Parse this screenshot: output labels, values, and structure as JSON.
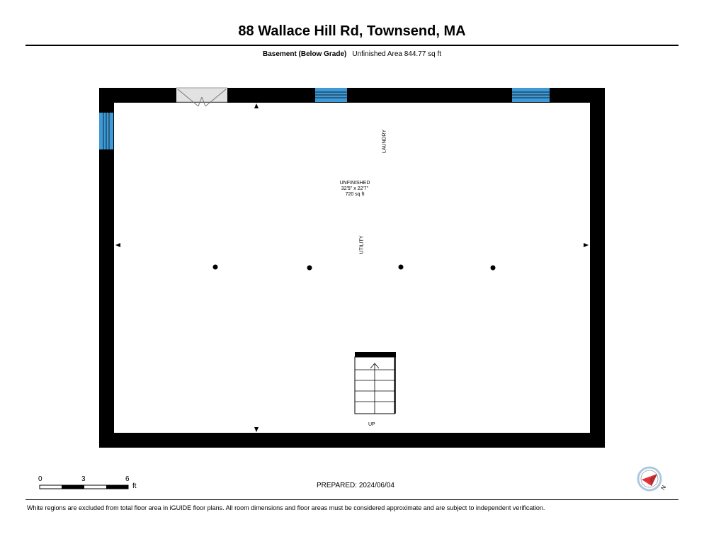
{
  "header": {
    "title": "88 Wallace Hill Rd, Townsend, MA",
    "floor_name": "Basement (Below Grade)",
    "area_text": "Unfinished Area 844.77 sq ft"
  },
  "rooms": {
    "main": {
      "name": "UNFINISHED",
      "dimensions": "32'5\" x 22'7\"",
      "area": "720 sq ft"
    },
    "laundry": "LAUNDRY",
    "utility": "UTILITY",
    "stairs": "UP"
  },
  "scale_bar": {
    "label_0": "0",
    "label_3": "3",
    "label_6": "6",
    "unit": "ft"
  },
  "footer": {
    "prepared": "PREPARED: 2024/06/04",
    "disclaimer": "White regions are excluded from total floor area in iGUIDE floor plans. All room dimensions and floor areas must be considered approximate and are subject to independent verification."
  },
  "colors": {
    "wall": "#000000",
    "window": "#3d9ad6",
    "compass_accent": "#e0343a",
    "compass_ring": "#aac8e0"
  },
  "icons": {
    "compass": "north-arrow-icon",
    "column": "column-post-icon",
    "section_marker": "triangle-marker-icon"
  }
}
